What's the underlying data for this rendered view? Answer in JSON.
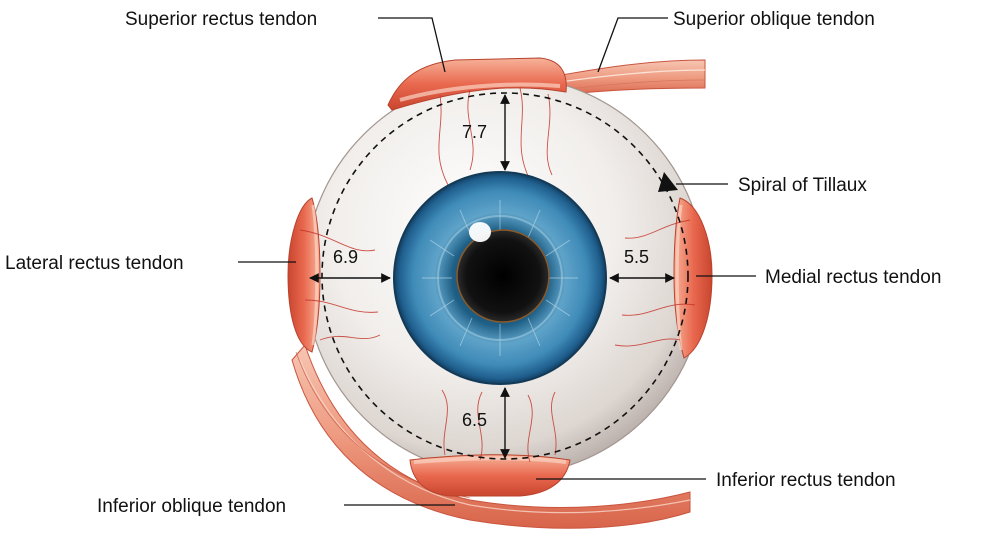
{
  "labels": {
    "superior_rectus": "Superior rectus tendon",
    "superior_oblique": "Superior oblique tendon",
    "spiral_of_tillaux": "Spiral of Tillaux",
    "lateral_rectus": "Lateral rectus tendon",
    "medial_rectus": "Medial rectus tendon",
    "inferior_rectus": "Inferior rectus tendon",
    "inferior_oblique": "Inferior oblique tendon"
  },
  "measurements": {
    "superior": "7.7",
    "lateral": "6.9",
    "medial": "5.5",
    "inferior": "6.5"
  },
  "colors": {
    "muscle": "#e9694f",
    "muscle_light": "#f4a386",
    "sclera": "#efece8",
    "iris": "#2f7fb5",
    "pupil": "#0b0b0b",
    "vessel": "#c5342a"
  }
}
